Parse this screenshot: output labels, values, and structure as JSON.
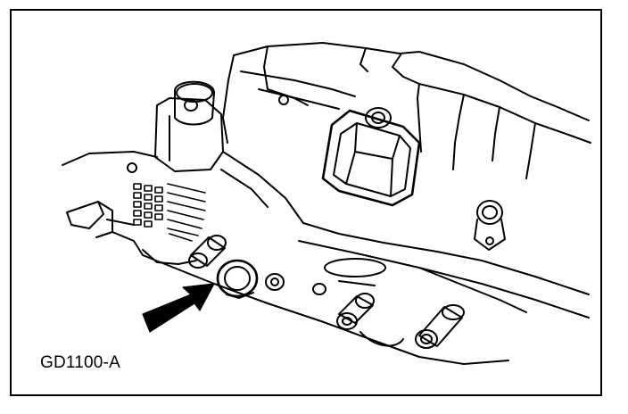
{
  "figure": {
    "caption": "GD1100-A",
    "colors": {
      "ink": "#000000",
      "paper": "#ffffff"
    },
    "callout": {
      "type": "arrow",
      "direction": "up-right",
      "fill": "#000000"
    }
  }
}
